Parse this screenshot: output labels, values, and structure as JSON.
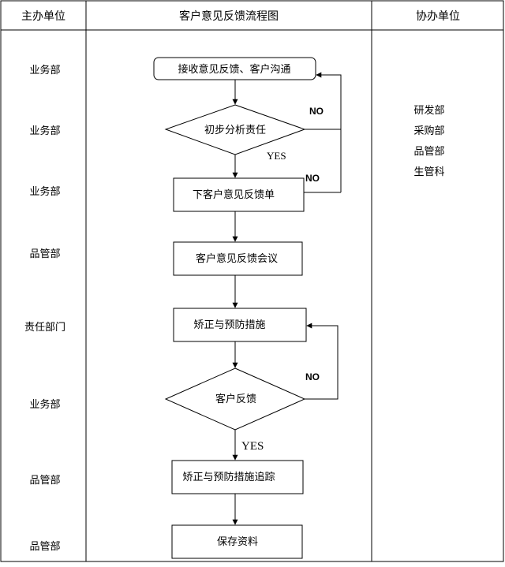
{
  "header": {
    "col_primary": "主办单位",
    "col_flow": "客户意见反馈流程图",
    "col_assist": "协办单位"
  },
  "primary_units": [
    "业务部",
    "业务部",
    "业务部",
    "品管部",
    "责任部门",
    "业务部",
    "品管部",
    "品管部"
  ],
  "assist_units": [
    "研发部",
    "采购部",
    "品管部",
    "生管科"
  ],
  "steps": {
    "receive": "接收意见反馈、客户沟通",
    "analyze": "初步分析责任",
    "issue_form": "下客户意见反馈单",
    "meeting": "客户意见反馈会议",
    "correct": "矫正与预防措施",
    "feedback": "客户反馈",
    "track": "矫正与预防措施追踪",
    "archive": "保存资料"
  },
  "labels": {
    "no1": "NO",
    "yes1": "YES",
    "no2": "NO",
    "no3": "NO",
    "yes2": "YES"
  }
}
